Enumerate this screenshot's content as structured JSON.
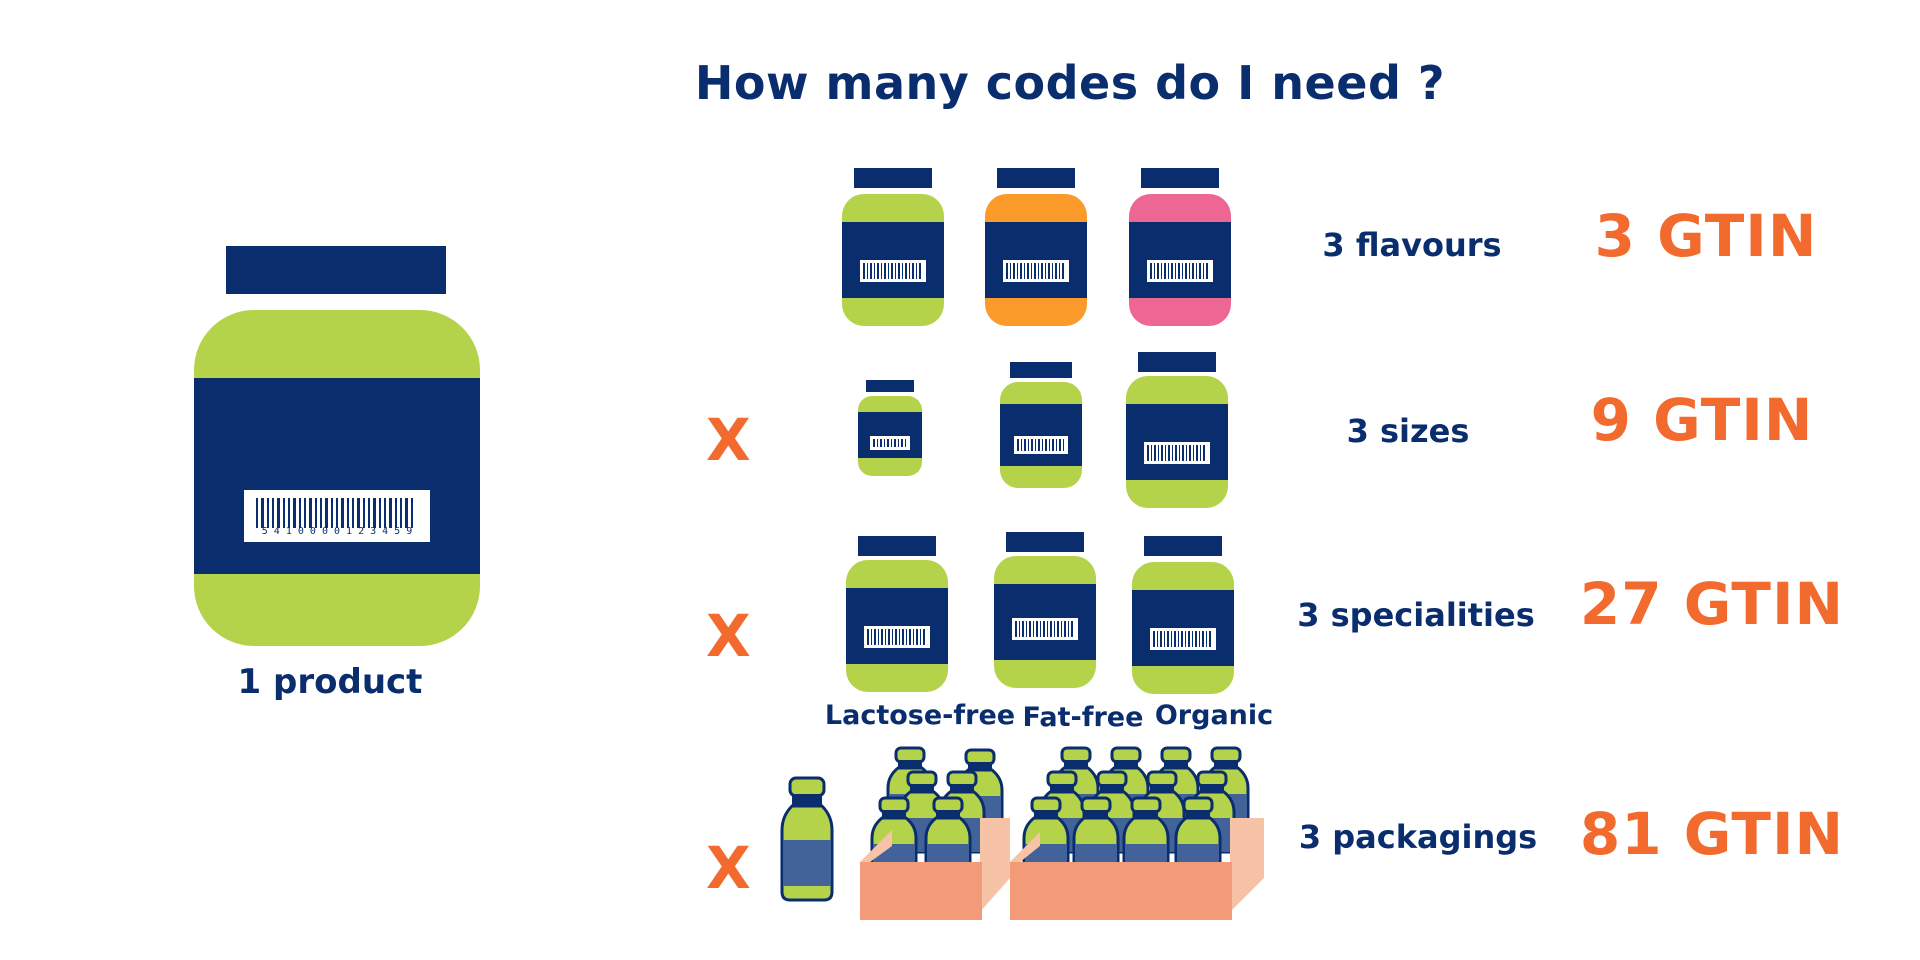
{
  "title": "How many codes do I need ?",
  "product": {
    "label": "1 product",
    "barcode_number": "5 4 1 0 0 0 0 1 2 3 4 5 9"
  },
  "rows": [
    {
      "multiplier": "",
      "label": "3 flavours",
      "result": "3 GTIN"
    },
    {
      "multiplier": "X",
      "label": "3 sizes",
      "result": "9 GTIN"
    },
    {
      "multiplier": "X",
      "label": "3 specialities",
      "result": "27 GTIN"
    },
    {
      "multiplier": "X",
      "label": "3 packagings",
      "result": "81 GTIN"
    }
  ],
  "specialities": [
    "Lactose-free",
    "Fat-free",
    "Organic"
  ],
  "colors": {
    "navy": "#0a2d6e",
    "lime": "#b5d34a",
    "orange": "#f99a2a",
    "pink": "#ee6694",
    "accent": "#f26a2e",
    "crate": "#f39a78"
  },
  "icons": [
    "jar-icon",
    "bottle-icon",
    "crate-icon",
    "barcode-icon"
  ]
}
